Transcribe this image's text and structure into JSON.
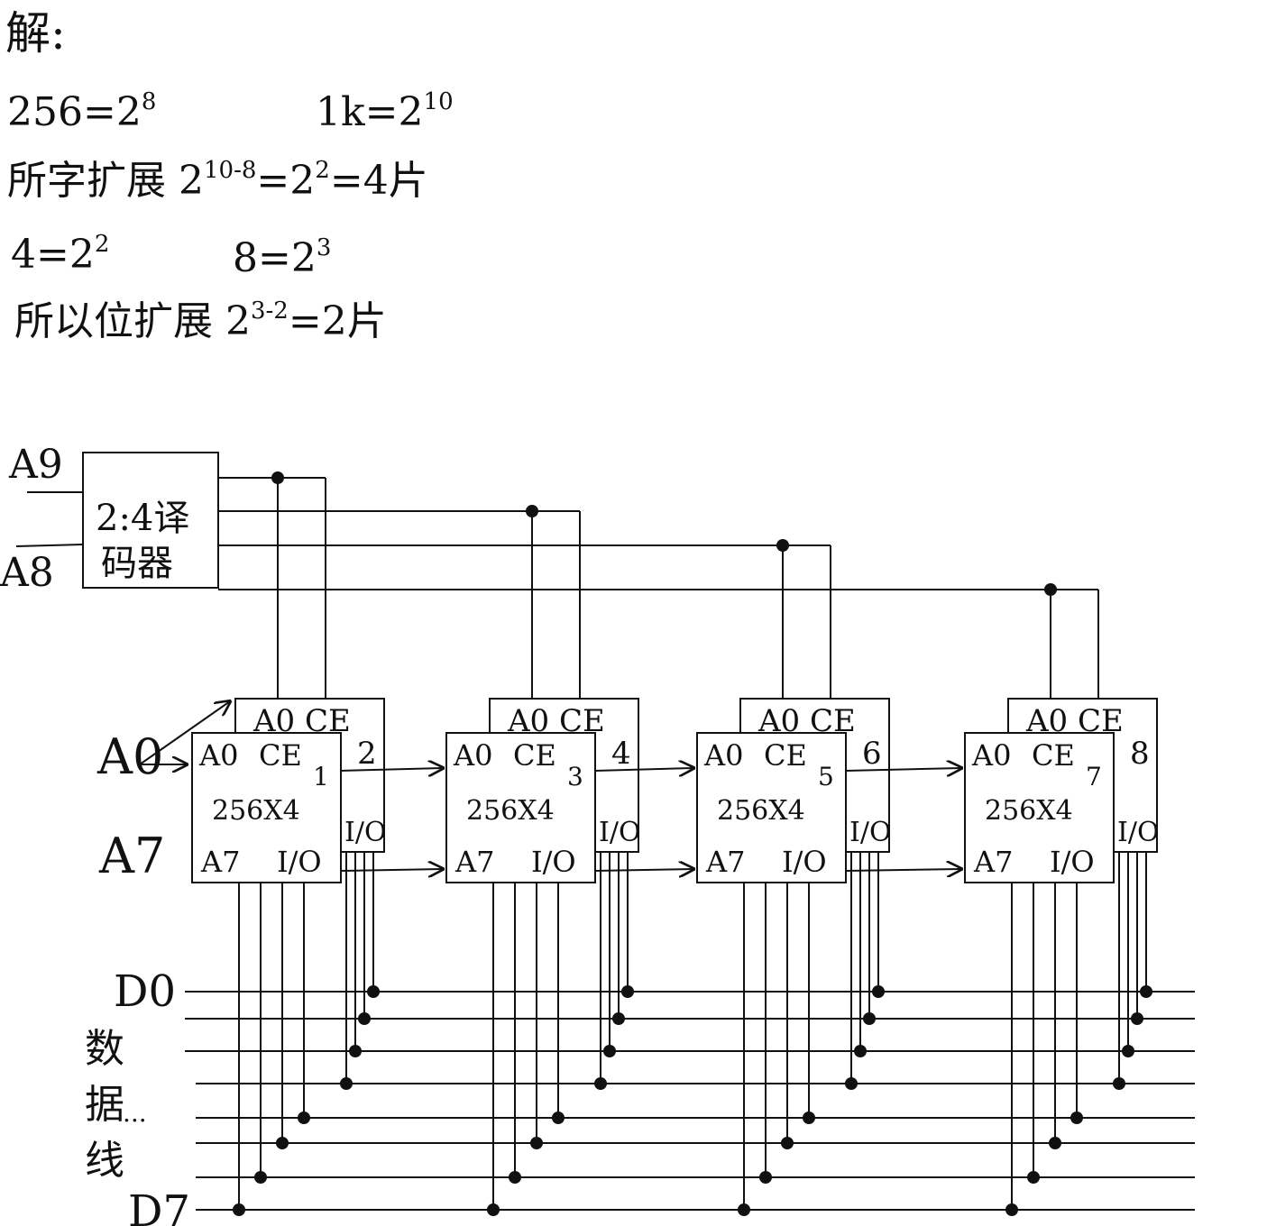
{
  "solution": {
    "header": "解:",
    "line1_left": "256=2",
    "line1_left_exp": "8",
    "line1_right": "1k=2",
    "line1_right_exp": "10",
    "line2_prefix": "所字扩展 2",
    "line2_exp": "10-8",
    "line2_mid": "=2",
    "line2_mid_exp": "2",
    "line2_suffix": "=4片",
    "line3_left": "4=2",
    "line3_left_exp": "2",
    "line3_right": "8=2",
    "line3_right_exp": "3",
    "line4_prefix": "所以位扩展 2",
    "line4_exp": "3-2",
    "line4_suffix": "=2片"
  },
  "decoder": {
    "label_line1": "2:4译",
    "label_line2": "码器",
    "inputs": [
      "A9",
      "A8"
    ]
  },
  "address_inputs": {
    "a0": "A0",
    "a7": "A7"
  },
  "chip_pin_labels": {
    "a0": "A0",
    "ce": "CE",
    "a7": "A7",
    "io": "I/O",
    "back_top": "A0 CE"
  },
  "chip_capacity": "256X4",
  "chip_pairs": [
    {
      "front_number": "1",
      "back_number": "2"
    },
    {
      "front_number": "3",
      "back_number": "4"
    },
    {
      "front_number": "5",
      "back_number": "6"
    },
    {
      "front_number": "7",
      "back_number": "8"
    }
  ],
  "data_bus": {
    "top_label": "D0",
    "bottom_label": "D7",
    "side_label": [
      "数",
      "据",
      "线"
    ],
    "ellipsis": "..."
  }
}
